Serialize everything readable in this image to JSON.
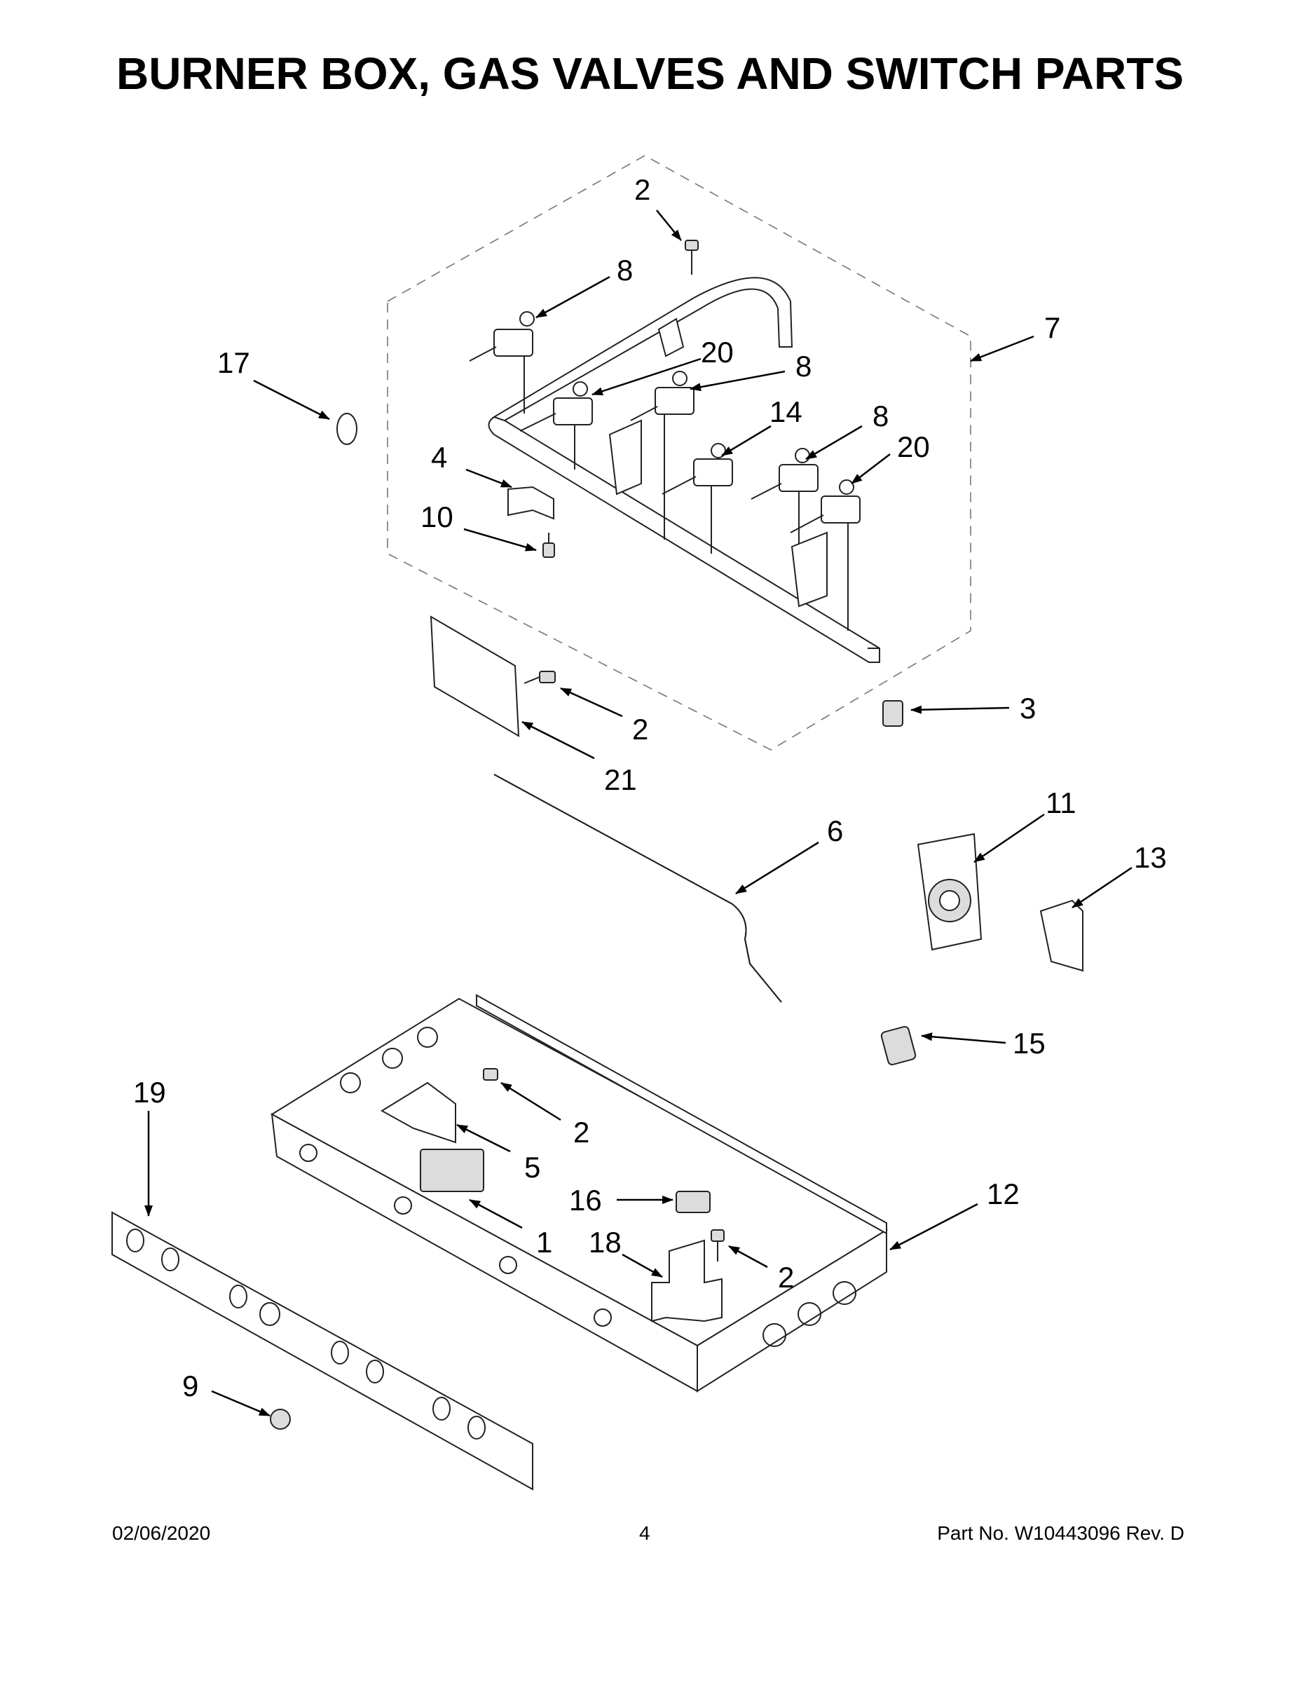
{
  "page": {
    "title": "BURNER BOX, GAS VALVES AND SWITCH PARTS",
    "date": "02/06/2020",
    "page_number": "4",
    "part_number": "Part No.  W10443096  Rev.  D"
  },
  "callouts": [
    {
      "id": "c2a",
      "label": "2"
    },
    {
      "id": "c8a",
      "label": "8"
    },
    {
      "id": "c7",
      "label": "7"
    },
    {
      "id": "c17",
      "label": "17"
    },
    {
      "id": "c20a",
      "label": "20"
    },
    {
      "id": "c8b",
      "label": "8"
    },
    {
      "id": "c14",
      "label": "14"
    },
    {
      "id": "c8c",
      "label": "8"
    },
    {
      "id": "c20b",
      "label": "20"
    },
    {
      "id": "c4",
      "label": "4"
    },
    {
      "id": "c10",
      "label": "10"
    },
    {
      "id": "c2b",
      "label": "2"
    },
    {
      "id": "c21",
      "label": "21"
    },
    {
      "id": "c3",
      "label": "3"
    },
    {
      "id": "c6",
      "label": "6"
    },
    {
      "id": "c11",
      "label": "11"
    },
    {
      "id": "c13",
      "label": "13"
    },
    {
      "id": "c15",
      "label": "15"
    },
    {
      "id": "c19",
      "label": "19"
    },
    {
      "id": "c2c",
      "label": "2"
    },
    {
      "id": "c5",
      "label": "5"
    },
    {
      "id": "c16",
      "label": "16"
    },
    {
      "id": "c12",
      "label": "12"
    },
    {
      "id": "c1",
      "label": "1"
    },
    {
      "id": "c18",
      "label": "18"
    },
    {
      "id": "c2d",
      "label": "2"
    },
    {
      "id": "c9",
      "label": "9"
    }
  ]
}
